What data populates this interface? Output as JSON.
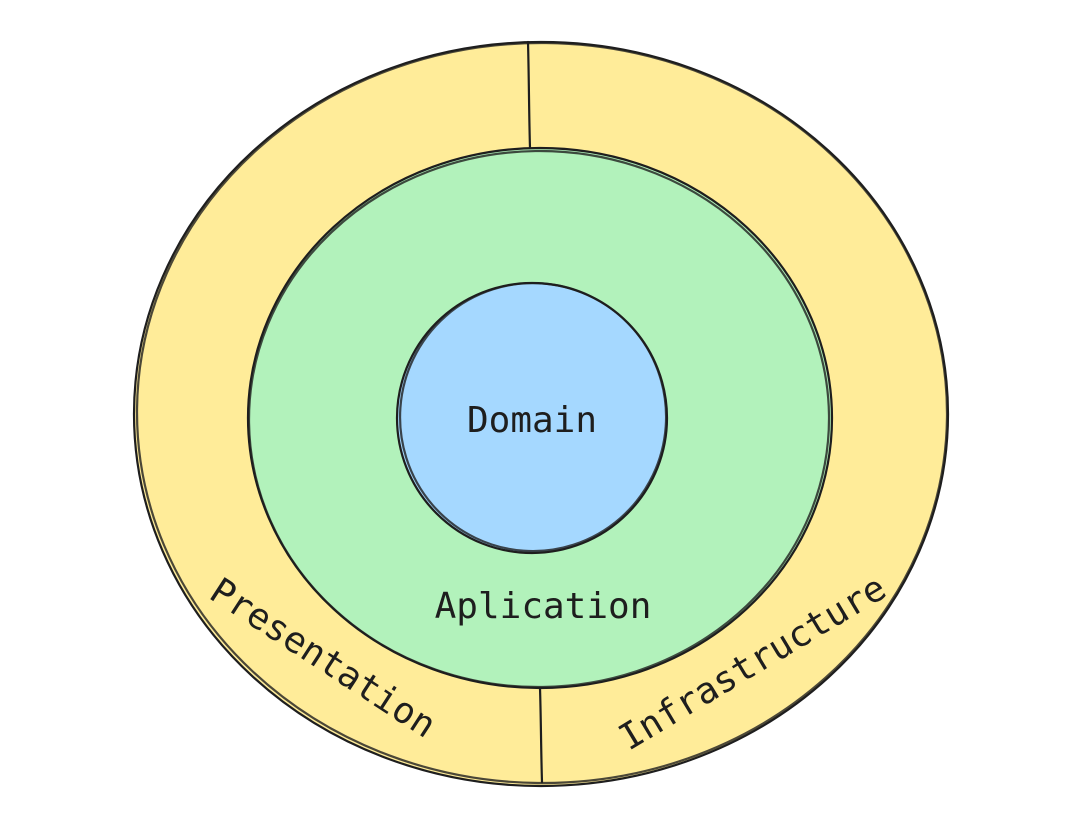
{
  "diagram": {
    "layers": {
      "domain": {
        "label": "Domain",
        "color": "#a5d8ff"
      },
      "application": {
        "label": "Aplication",
        "color": "#b2f2bb"
      },
      "presentation": {
        "label": "Presentation",
        "color": "#ffec99"
      },
      "infrastructure": {
        "label": "Infrastructure",
        "color": "#ffec99"
      }
    },
    "stroke_color": "#1e1e1e"
  }
}
